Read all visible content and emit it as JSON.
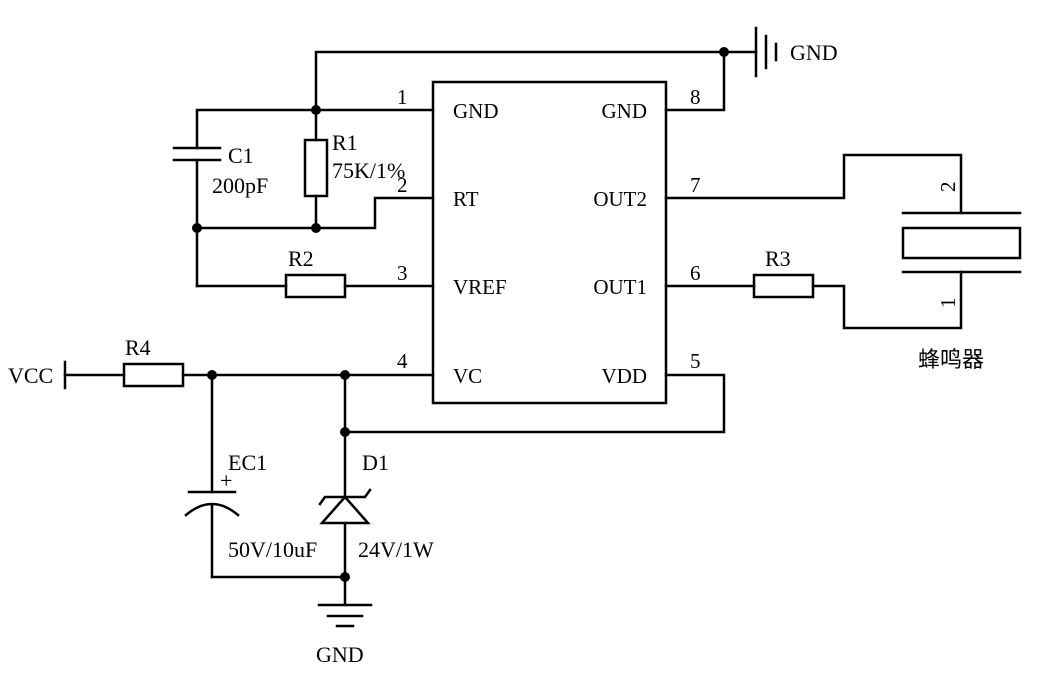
{
  "chip": {
    "pins_left": [
      {
        "num": "1",
        "name": "GND"
      },
      {
        "num": "2",
        "name": "RT"
      },
      {
        "num": "3",
        "name": "VREF"
      },
      {
        "num": "4",
        "name": "VC"
      }
    ],
    "pins_right": [
      {
        "num": "8",
        "name": "GND"
      },
      {
        "num": "7",
        "name": "OUT2"
      },
      {
        "num": "6",
        "name": "OUT1"
      },
      {
        "num": "5",
        "name": "VDD"
      }
    ]
  },
  "components": {
    "c1": {
      "ref": "C1",
      "value": "200pF"
    },
    "r1": {
      "ref": "R1",
      "value": "75K/1%"
    },
    "r2": {
      "ref": "R2"
    },
    "r3": {
      "ref": "R3"
    },
    "r4": {
      "ref": "R4"
    },
    "ec1": {
      "ref": "EC1",
      "value": "50V/10uF",
      "polarity": "+"
    },
    "d1": {
      "ref": "D1",
      "value": "24V/1W"
    },
    "buzzer": {
      "name": "蜂鸣器",
      "pin_top": "2",
      "pin_bottom": "1"
    }
  },
  "nets": {
    "gnd_top": "GND",
    "gnd_bottom": "GND",
    "vcc": "VCC"
  }
}
